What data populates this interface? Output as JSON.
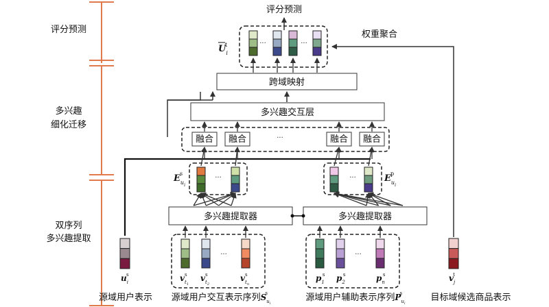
{
  "stages": [
    {
      "label": "评分预测"
    },
    {
      "label_lines": [
        "多兴趣",
        "细化迁移"
      ]
    },
    {
      "label_lines": [
        "双序列",
        "多兴趣提取"
      ]
    }
  ],
  "top": {
    "output_label": "评分预测",
    "weight_label": "权重聚合",
    "u_symbol": "U",
    "u_sup": "t",
    "u_sub": "i"
  },
  "boxes": {
    "cross_domain": "跨域映射",
    "interaction": "多兴趣交互层",
    "fusion": "融合",
    "extractor": "多兴趣提取器"
  },
  "mid": {
    "E_symbol": "E",
    "E_s_sup": "s",
    "E_p_sup": "p",
    "E_sub": "u",
    "E_subsub": "i",
    "ellipsis": "···"
  },
  "bottom": {
    "user_label": "源域用户表示",
    "seq_label": "源域用户交互表示序列",
    "seq_symbol": "S",
    "aux_label": "源域用户辅助表示序列",
    "aux_symbol": "P",
    "target_label": "目标域候选商品表示",
    "u_symbol": "u",
    "v_symbol": "v",
    "p_symbol": "p",
    "s_sup": "s",
    "t_sup": "t",
    "sub_i": "i",
    "sub_j": "j",
    "sub_t1": "t",
    "sub_t1n": "1",
    "sub_t2n": "2",
    "sub_tn": "n",
    "sub_1": "1",
    "sub_2": "2",
    "sub_n": "n",
    "ellipsis": "···"
  },
  "colors": {
    "stage_line": "#e07a4a",
    "arrow": "#333333"
  }
}
